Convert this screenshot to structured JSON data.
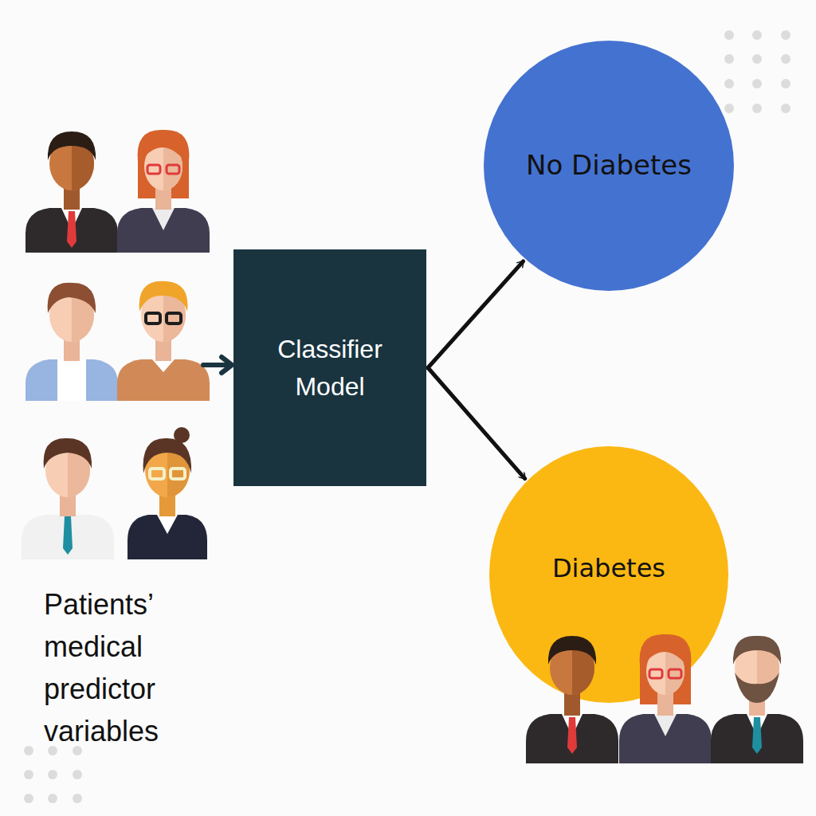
{
  "diagram": {
    "nodes": [
      {
        "text": [
          "Classifier Model"
        ]
      },
      {
        "text": [
          "No Diabetes"
        ]
      },
      {
        "text": [
          "Diabetes"
        ]
      }
    ],
    "edges": [
      {
        "from": 0,
        "to": 1,
        "arrow": "to"
      },
      {
        "from": 0,
        "to": 2,
        "arrow": "to"
      }
    ],
    "labels": [
      "Patients’ medical predictor variables"
    ]
  }
}
